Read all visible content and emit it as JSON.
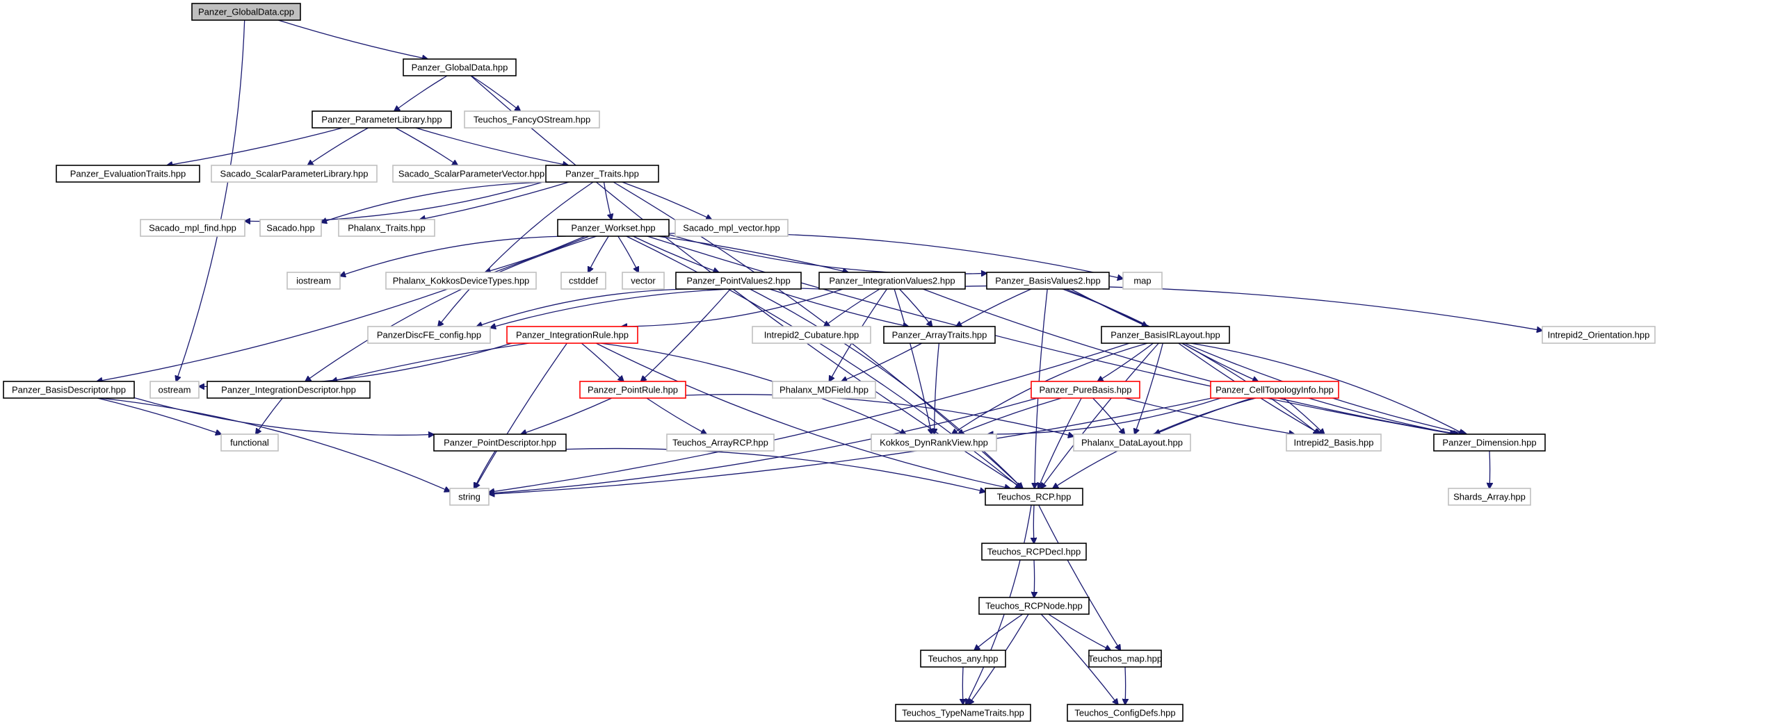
{
  "diagram": {
    "type": "include-dependency-graph",
    "colors": {
      "edge": "#191970",
      "root_fill": "#bfbfbf",
      "documented_border": "#000000",
      "truncated_border": "#ff0000",
      "external_border": "#bfbfbf"
    },
    "nodes": [
      {
        "id": "root",
        "label": "Panzer_GlobalData.cpp",
        "kind": "root"
      },
      {
        "id": "gd",
        "label": "Panzer_GlobalData.hpp",
        "kind": "doc"
      },
      {
        "id": "paramlib",
        "label": "Panzer_ParameterLibrary.hpp",
        "kind": "doc"
      },
      {
        "id": "fancy",
        "label": "Teuchos_FancyOStream.hpp",
        "kind": "ext"
      },
      {
        "id": "evaltraits",
        "label": "Panzer_EvaluationTraits.hpp",
        "kind": "doc"
      },
      {
        "id": "sspl",
        "label": "Sacado_ScalarParameterLibrary.hpp",
        "kind": "ext"
      },
      {
        "id": "sspv",
        "label": "Sacado_ScalarParameterVector.hpp",
        "kind": "ext"
      },
      {
        "id": "traits",
        "label": "Panzer_Traits.hpp",
        "kind": "doc"
      },
      {
        "id": "mplfind",
        "label": "Sacado_mpl_find.hpp",
        "kind": "ext"
      },
      {
        "id": "sacado",
        "label": "Sacado.hpp",
        "kind": "ext"
      },
      {
        "id": "phtraits",
        "label": "Phalanx_Traits.hpp",
        "kind": "ext"
      },
      {
        "id": "mplvec",
        "label": "Sacado_mpl_vector.hpp",
        "kind": "ext"
      },
      {
        "id": "workset",
        "label": "Panzer_Workset.hpp",
        "kind": "doc"
      },
      {
        "id": "iostream",
        "label": "iostream",
        "kind": "ext"
      },
      {
        "id": "kokkosdev",
        "label": "Phalanx_KokkosDeviceTypes.hpp",
        "kind": "ext"
      },
      {
        "id": "cstddef",
        "label": "cstddef",
        "kind": "ext"
      },
      {
        "id": "vector",
        "label": "vector",
        "kind": "ext"
      },
      {
        "id": "pv2",
        "label": "Panzer_PointValues2.hpp",
        "kind": "doc"
      },
      {
        "id": "iv2",
        "label": "Panzer_IntegrationValues2.hpp",
        "kind": "doc"
      },
      {
        "id": "bv2",
        "label": "Panzer_BasisValues2.hpp",
        "kind": "doc"
      },
      {
        "id": "map",
        "label": "map",
        "kind": "ext"
      },
      {
        "id": "discfe",
        "label": "PanzerDiscFE_config.hpp",
        "kind": "ext"
      },
      {
        "id": "intrule",
        "label": "Panzer_IntegrationRule.hpp",
        "kind": "red"
      },
      {
        "id": "cubature",
        "label": "Intrepid2_Cubature.hpp",
        "kind": "ext"
      },
      {
        "id": "arraytraits",
        "label": "Panzer_ArrayTraits.hpp",
        "kind": "doc"
      },
      {
        "id": "birlayout",
        "label": "Panzer_BasisIRLayout.hpp",
        "kind": "doc"
      },
      {
        "id": "orient",
        "label": "Intrepid2_Orientation.hpp",
        "kind": "ext"
      },
      {
        "id": "basisdesc",
        "label": "Panzer_BasisDescriptor.hpp",
        "kind": "doc"
      },
      {
        "id": "ostream",
        "label": "ostream",
        "kind": "ext"
      },
      {
        "id": "intdesc",
        "label": "Panzer_IntegrationDescriptor.hpp",
        "kind": "doc"
      },
      {
        "id": "pointrule",
        "label": "Panzer_PointRule.hpp",
        "kind": "red"
      },
      {
        "id": "mdfield",
        "label": "Phalanx_MDField.hpp",
        "kind": "ext"
      },
      {
        "id": "purebasis",
        "label": "Panzer_PureBasis.hpp",
        "kind": "red"
      },
      {
        "id": "celltopo",
        "label": "Panzer_CellTopologyInfo.hpp",
        "kind": "red"
      },
      {
        "id": "functional",
        "label": "functional",
        "kind": "ext"
      },
      {
        "id": "arrayrcp",
        "label": "Teuchos_ArrayRCP.hpp",
        "kind": "ext"
      },
      {
        "id": "dynrank",
        "label": "Kokkos_DynRankView.hpp",
        "kind": "ext"
      },
      {
        "id": "datalayout",
        "label": "Phalanx_DataLayout.hpp",
        "kind": "ext"
      },
      {
        "id": "i2basis",
        "label": "Intrepid2_Basis.hpp",
        "kind": "ext"
      },
      {
        "id": "dimension",
        "label": "Panzer_Dimension.hpp",
        "kind": "doc"
      },
      {
        "id": "pointdesc",
        "label": "Panzer_PointDescriptor.hpp",
        "kind": "doc"
      },
      {
        "id": "string",
        "label": "string",
        "kind": "ext"
      },
      {
        "id": "rcp",
        "label": "Teuchos_RCP.hpp",
        "kind": "doc"
      },
      {
        "id": "shards",
        "label": "Shards_Array.hpp",
        "kind": "ext"
      },
      {
        "id": "rcpdecl",
        "label": "Teuchos_RCPDecl.hpp",
        "kind": "doc"
      },
      {
        "id": "rcpnode",
        "label": "Teuchos_RCPNode.hpp",
        "kind": "doc"
      },
      {
        "id": "any",
        "label": "Teuchos_any.hpp",
        "kind": "doc"
      },
      {
        "id": "tmap",
        "label": "Teuchos_map.hpp",
        "kind": "doc"
      },
      {
        "id": "typename",
        "label": "Teuchos_TypeNameTraits.hpp",
        "kind": "doc"
      },
      {
        "id": "configdefs",
        "label": "Teuchos_ConfigDefs.hpp",
        "kind": "doc"
      }
    ],
    "edges": [
      [
        "root",
        "gd"
      ],
      [
        "root",
        "ostream"
      ],
      [
        "gd",
        "paramlib"
      ],
      [
        "gd",
        "fancy"
      ],
      [
        "gd",
        "rcp"
      ],
      [
        "paramlib",
        "evaltraits"
      ],
      [
        "paramlib",
        "sspl"
      ],
      [
        "paramlib",
        "sspv"
      ],
      [
        "paramlib",
        "traits"
      ],
      [
        "traits",
        "mplfind"
      ],
      [
        "traits",
        "sacado"
      ],
      [
        "traits",
        "phtraits"
      ],
      [
        "traits",
        "workset"
      ],
      [
        "traits",
        "mplvec"
      ],
      [
        "traits",
        "discfe"
      ],
      [
        "traits",
        "rcp"
      ],
      [
        "workset",
        "iostream"
      ],
      [
        "workset",
        "kokkosdev"
      ],
      [
        "workset",
        "cstddef"
      ],
      [
        "workset",
        "vector"
      ],
      [
        "workset",
        "pv2"
      ],
      [
        "workset",
        "iv2"
      ],
      [
        "workset",
        "bv2"
      ],
      [
        "workset",
        "map"
      ],
      [
        "workset",
        "intdesc"
      ],
      [
        "workset",
        "basisdesc"
      ],
      [
        "workset",
        "dimension"
      ],
      [
        "workset",
        "rcp"
      ],
      [
        "pv2",
        "discfe"
      ],
      [
        "pv2",
        "pointrule"
      ],
      [
        "pv2",
        "arraytraits"
      ],
      [
        "pv2",
        "rcp"
      ],
      [
        "iv2",
        "discfe"
      ],
      [
        "iv2",
        "intrule"
      ],
      [
        "iv2",
        "cubature"
      ],
      [
        "iv2",
        "arraytraits"
      ],
      [
        "iv2",
        "mdfield"
      ],
      [
        "iv2",
        "orient"
      ],
      [
        "iv2",
        "dimension"
      ],
      [
        "iv2",
        "dynrank"
      ],
      [
        "bv2",
        "arraytraits"
      ],
      [
        "bv2",
        "birlayout"
      ],
      [
        "bv2",
        "rcp"
      ],
      [
        "bv2",
        "i2basis"
      ],
      [
        "bv2",
        "dimension"
      ],
      [
        "intrule",
        "ostream"
      ],
      [
        "intrule",
        "intdesc"
      ],
      [
        "intrule",
        "pointrule"
      ],
      [
        "intrule",
        "string"
      ],
      [
        "intrule",
        "dynrank"
      ],
      [
        "intrule",
        "rcp"
      ],
      [
        "arraytraits",
        "mdfield"
      ],
      [
        "arraytraits",
        "dynrank"
      ],
      [
        "birlayout",
        "purebasis"
      ],
      [
        "birlayout",
        "celltopo"
      ],
      [
        "birlayout",
        "string"
      ],
      [
        "birlayout",
        "dynrank"
      ],
      [
        "birlayout",
        "datalayout"
      ],
      [
        "birlayout",
        "i2basis"
      ],
      [
        "birlayout",
        "dimension"
      ],
      [
        "birlayout",
        "rcp"
      ],
      [
        "basisdesc",
        "functional"
      ],
      [
        "basisdesc",
        "pointdesc"
      ],
      [
        "basisdesc",
        "string"
      ],
      [
        "intdesc",
        "functional"
      ],
      [
        "pointrule",
        "pointdesc"
      ],
      [
        "pointrule",
        "arrayrcp"
      ],
      [
        "pointrule",
        "datalayout"
      ],
      [
        "pointdesc",
        "string"
      ],
      [
        "pointdesc",
        "rcp"
      ],
      [
        "purebasis",
        "dynrank"
      ],
      [
        "purebasis",
        "datalayout"
      ],
      [
        "purebasis",
        "i2basis"
      ],
      [
        "purebasis",
        "string"
      ],
      [
        "purebasis",
        "rcp"
      ],
      [
        "celltopo",
        "dynrank"
      ],
      [
        "celltopo",
        "datalayout"
      ],
      [
        "celltopo",
        "i2basis"
      ],
      [
        "celltopo",
        "dimension"
      ],
      [
        "celltopo",
        "string"
      ],
      [
        "celltopo",
        "rcp"
      ],
      [
        "dimension",
        "shards"
      ],
      [
        "rcp",
        "rcpdecl"
      ],
      [
        "rcp",
        "typename"
      ],
      [
        "rcp",
        "tmap"
      ],
      [
        "rcpdecl",
        "rcpnode"
      ],
      [
        "rcpnode",
        "any"
      ],
      [
        "rcpnode",
        "typename"
      ],
      [
        "rcpnode",
        "tmap"
      ],
      [
        "rcpnode",
        "configdefs"
      ],
      [
        "any",
        "typename"
      ],
      [
        "tmap",
        "configdefs"
      ]
    ]
  }
}
